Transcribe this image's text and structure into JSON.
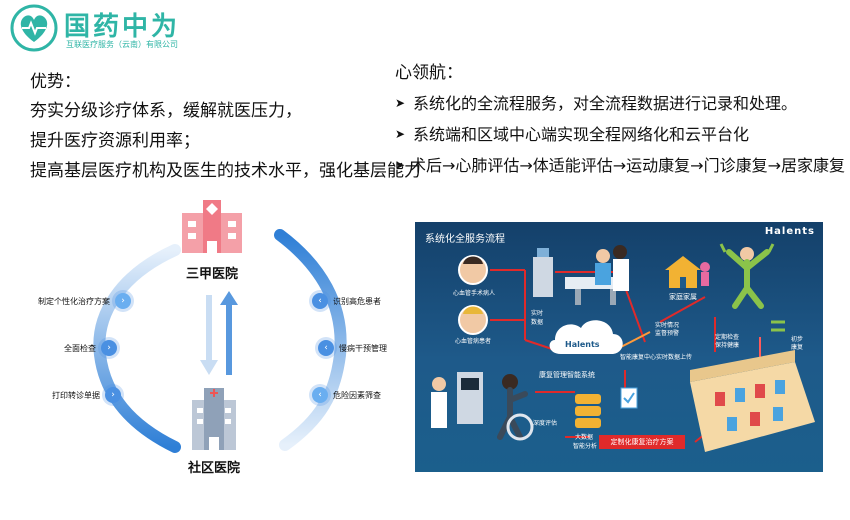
{
  "logo": {
    "name": "国药中为",
    "subtitle": "互联医疗服务（云南）有限公司"
  },
  "advantages": {
    "title": "优势：",
    "lines": [
      "夯实分级诊疗体系，缓解就医压力，",
      "提升医疗资源利用率；",
      "提高基层医疗机构及医生的技术水平，强化基层能力"
    ]
  },
  "navigation": {
    "title": "心领航：",
    "items": [
      "系统化的全流程服务，对全流程数据进行记录和处理。",
      "系统端和区域中心端实现全程网络化和云平台化",
      "术后→心肺评估→体适能评估→运动康复→门诊康复→居家康复"
    ]
  },
  "referral_diagram": {
    "top_hospital": "三甲医院",
    "bottom_hospital": "社区医院",
    "left_steps": [
      "制定个性化治疗方案",
      "全面检查",
      "打印转诊单据"
    ],
    "right_steps": [
      "识别高危患者",
      "慢病干预管理",
      "危险因素筛查"
    ]
  },
  "service_flow": {
    "title": "系统化全服务流程",
    "brand": "Halents",
    "labels": {
      "surgery_patient": "心血管手术病人",
      "chronic_patient": "心血管病患者",
      "realtime_data": "实时数据",
      "rehab_center": "康复管理智能系统",
      "cloud_brand": "Halents",
      "deep_eval": "深度评估",
      "big_data": "大数据",
      "smart_analysis": "智能分析",
      "custom_plan": "定制化康复治疗方案",
      "home": "家庭家属",
      "realtime_monitor": "实时情况",
      "monitor_alert": "监督预警",
      "periodic_check": "定期检查",
      "keep_healthy": "保持健康",
      "initial_rehab": "初步",
      "rehab": "康复",
      "upload_note": "智能康复中心实时数据上传"
    }
  },
  "colors": {
    "brand_teal": "#2fb5a6",
    "arc_blue": "#4a90e2",
    "panel_bg": "#1a4f7e",
    "accent_red": "#e02a2a",
    "hospital_pink": "#f07a86"
  }
}
